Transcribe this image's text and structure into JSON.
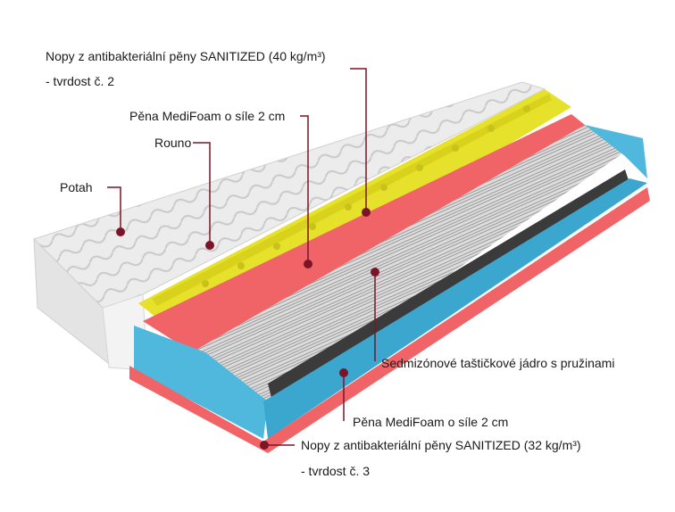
{
  "colors": {
    "leader": "#7b1426",
    "label_text": "#1a1a1a",
    "cover": "#ededed",
    "yellow_foam": "#e6e12a",
    "pink_foam": "#f06468",
    "blue_foam": "#4fb8dc",
    "springs": "#cfcfcf",
    "felt": "#3b3b3b"
  },
  "labels": {
    "top_foam_line1": "Nopy z antibakteriální pěny SANITIZED (40 kg/m³)",
    "top_foam_line2": "- tvrdost č. 2",
    "medifoam_top": "Pěna MediFoam o síle 2 cm",
    "rouno": "Rouno",
    "potah": "Potah",
    "core": "Sedmizónové taštičkové jádro s pružinami",
    "medifoam_bottom": "Pěna MediFoam o síle 2 cm",
    "bottom_foam_line1": "Nopy z antibakteriální pěny SANITIZED (32 kg/m³)",
    "bottom_foam_line2": "- tvrdost č. 3"
  }
}
